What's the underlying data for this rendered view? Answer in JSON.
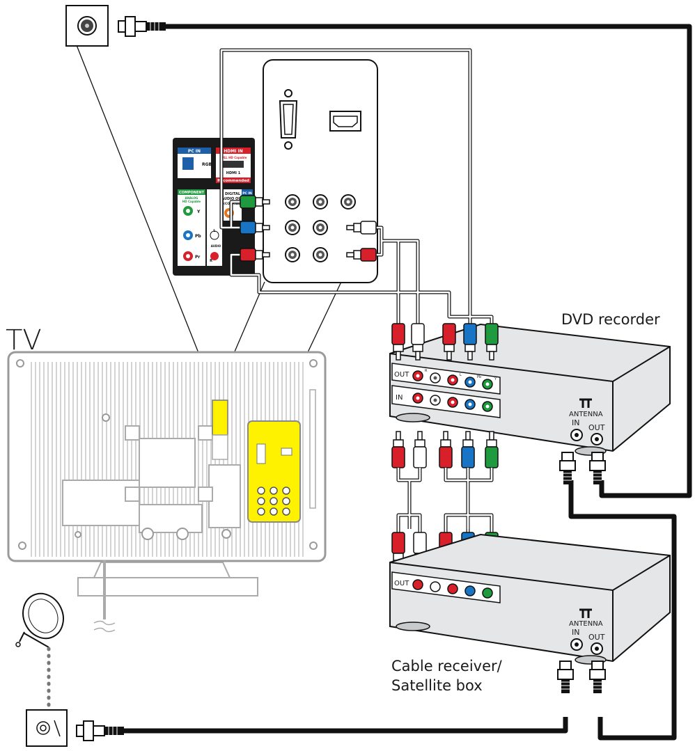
{
  "labels": {
    "tv": "TV",
    "dvd_recorder": "DVD recorder",
    "cable_line1": "Cable receiver/",
    "cable_line2": "Satellite box"
  },
  "dvd_jacks": {
    "out": "OUT",
    "in": "IN",
    "antenna": "ANTENNA",
    "ant_in": "IN",
    "ant_out": "OUT",
    "r": "R",
    "l": "L",
    "pr": "Pr",
    "pb": "Pb",
    "y": "Y"
  },
  "cable_jacks": {
    "out": "OUT",
    "antenna": "ANTENNA",
    "ant_in": "IN",
    "ant_out": "OUT"
  },
  "tv_panel": {
    "pc_in": "PC IN",
    "rgb": "RGB",
    "hdmi_in": "HDMI IN",
    "hdmi_sub": "FULL HD Capable",
    "hdmi1": "HDMI 1",
    "recommended": "Recommended",
    "component": "COMPONENT",
    "analog": "ANALOG",
    "hd_capable": "HD Capable",
    "y": "Y",
    "pb": "Pb",
    "pr": "Pr",
    "l": "L",
    "r": "R",
    "audio": "AUDIO",
    "digital": "DIGITAL",
    "audio_out": "AUDIO OUT",
    "coaxial": "(COAXIAL)",
    "pc_in2": "PC IN"
  },
  "colors": {
    "red": "#d8202a",
    "green": "#1f9a3e",
    "blue": "#1874c4",
    "yellow": "#fff200",
    "cable": "#111111",
    "panel": "#1a1a1a",
    "box": "#e4e6e8"
  }
}
